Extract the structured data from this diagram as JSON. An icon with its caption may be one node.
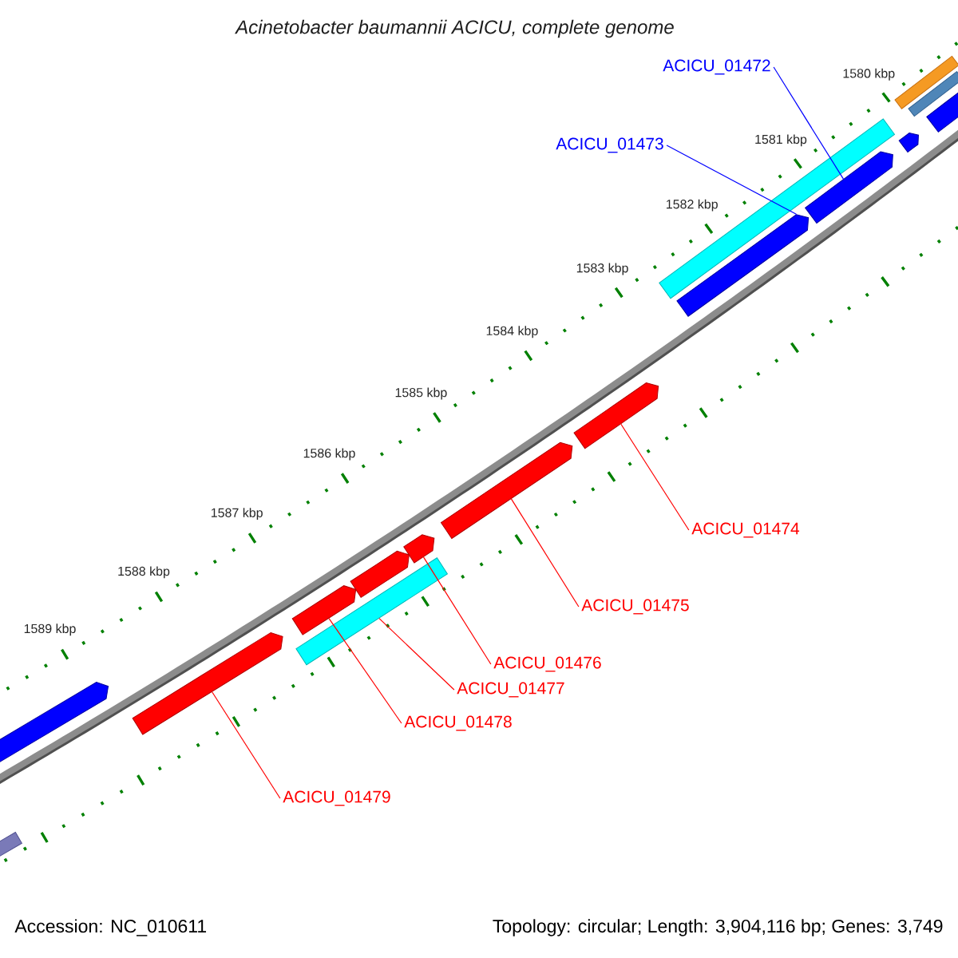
{
  "diagram": {
    "title": "Acinetobacter baumannii ACICU, complete genome",
    "nodes": [
      {
        "text": [
          "ACICU_01472"
        ]
      },
      {
        "text": [
          "ACICU_01473"
        ]
      },
      {
        "text": [
          "ACICU_01474"
        ]
      },
      {
        "text": [
          "ACICU_01475"
        ]
      },
      {
        "text": [
          "ACICU_01476"
        ]
      },
      {
        "text": [
          "ACICU_01477"
        ]
      },
      {
        "text": [
          "ACICU_01478"
        ]
      },
      {
        "text": [
          "ACICU_01479"
        ]
      },
      {
        "text": [],
        "shape": "bar"
      },
      {
        "text": [],
        "shape": "bar"
      },
      {
        "text": [],
        "shape": "arrow"
      },
      {
        "text": [],
        "shape": "arrow"
      },
      {
        "text": [],
        "shape": "bar"
      },
      {
        "text": [],
        "shape": "arrow"
      },
      {
        "text": [],
        "shape": "arrow"
      },
      {
        "text": [],
        "shape": "arrow"
      },
      {
        "text": [],
        "shape": "arrow"
      },
      {
        "text": [],
        "shape": "arrow"
      },
      {
        "text": [],
        "shape": "bar"
      },
      {
        "text": [],
        "shape": "arrow"
      },
      {
        "text": [],
        "shape": "arrow"
      },
      {
        "text": [],
        "shape": "arrow"
      },
      {
        "text": [],
        "shape": "arrow"
      },
      {
        "text": [],
        "shape": "bar"
      }
    ],
    "edges": [
      {
        "from": 0,
        "to": 13,
        "arrow": "none",
        "color": "#0000ff"
      },
      {
        "from": 1,
        "to": 14,
        "arrow": "none",
        "color": "#0000ff"
      },
      {
        "from": 2,
        "to": 15,
        "arrow": "none"
      },
      {
        "from": 3,
        "to": 16,
        "arrow": "none"
      },
      {
        "from": 4,
        "to": 17,
        "arrow": "none"
      },
      {
        "from": 5,
        "to": 18,
        "arrow": "none"
      },
      {
        "from": 6,
        "to": 20,
        "arrow": "none"
      },
      {
        "from": 7,
        "to": 21,
        "arrow": "none"
      }
    ],
    "labels": [
      "1580 kbp",
      "1581 kbp",
      "1582 kbp",
      "1583 kbp",
      "1584 kbp",
      "1585 kbp",
      "1586 kbp",
      "1587 kbp",
      "1588 kbp",
      "1589 kbp",
      "Accession: NC_010611",
      "Topology: circular; Length: 3,904,116 bp; Genes: 3,749"
    ]
  }
}
